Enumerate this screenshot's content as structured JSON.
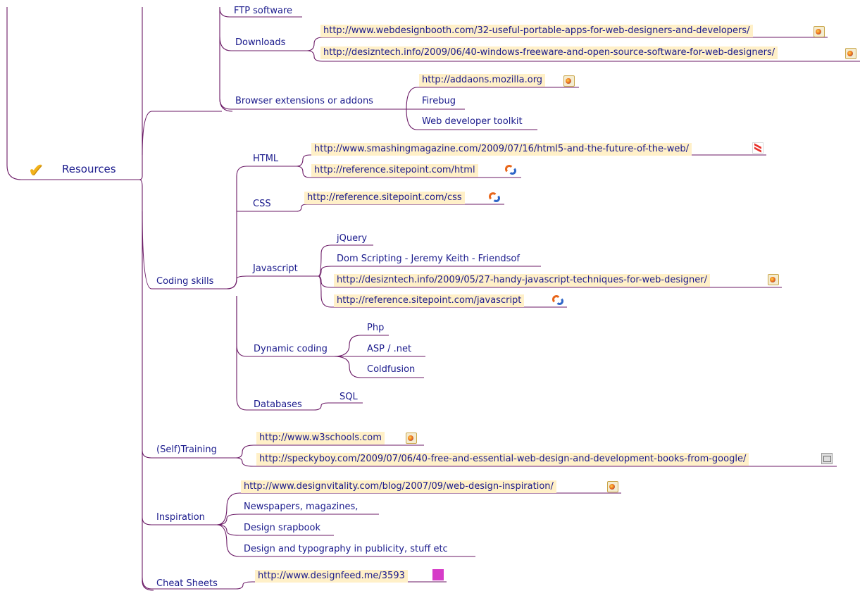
{
  "colors": {
    "branch_line": "#6b1a66",
    "node_text": "#1a1a8c",
    "highlight": "#fff0c8"
  },
  "root": {
    "label": "Resources",
    "icon": "checkmark-icon"
  },
  "nodes": {
    "ftp": "FTP software",
    "downloads": "Downloads",
    "downloads_link1": "http://www.webdesignbooth.com/32-useful-portable-apps-for-web-designers-and-developers/",
    "downloads_link2": "http://desizntech.info/2009/06/40-windows-freeware-and-open-source-software-for-web-designers/",
    "browser_ext": "Browser extensions or addons",
    "addons_link": "http://addaons.mozilla.org",
    "firebug": "Firebug",
    "webdev_toolkit": "Web developer toolkit",
    "coding_skills": "Coding skills",
    "html": "HTML",
    "html_link1": "http://www.smashingmagazine.com/2009/07/16/html5-and-the-future-of-the-web/",
    "html_link2": "http://reference.sitepoint.com/html",
    "css": "CSS",
    "css_link": "http://reference.sitepoint.com/css",
    "javascript": "Javascript",
    "jquery": "jQuery",
    "dom_scripting": "Dom Scripting - Jeremy Keith - Friendsof",
    "js_link1": "http://desizntech.info/2009/05/27-handy-javascript-techniques-for-web-designer/",
    "js_link2": "http://reference.sitepoint.com/javascript",
    "dynamic_coding": "Dynamic coding",
    "php": "Php",
    "asp": "ASP / .net",
    "coldfusion": "Coldfusion",
    "databases": "Databases",
    "sql": "SQL",
    "self_training": "(Self)Training",
    "training_link1": "http://www.w3schools.com",
    "training_link2": "http://speckyboy.com/2009/07/06/40-free-and-essential-web-design-and-development-books-from-google/",
    "inspiration": "Inspiration",
    "inspiration_link": "http://www.designvitality.com/blog/2007/09/web-design-inspiration/",
    "newspapers": "Newspapers, magazines,",
    "scrapbook": "Design srapbook",
    "typography": "Design and typography in publicity, stuff etc",
    "cheat_sheets": "Cheat Sheets",
    "cheat_link": "http://www.designfeed.me/3593"
  },
  "icons": {
    "firefox": "firefox-page-icon",
    "sitepoint": "sitepoint-icon",
    "smashing": "smashing-magazine-icon",
    "book": "book-icon",
    "pink_square": "pink-square-icon"
  }
}
